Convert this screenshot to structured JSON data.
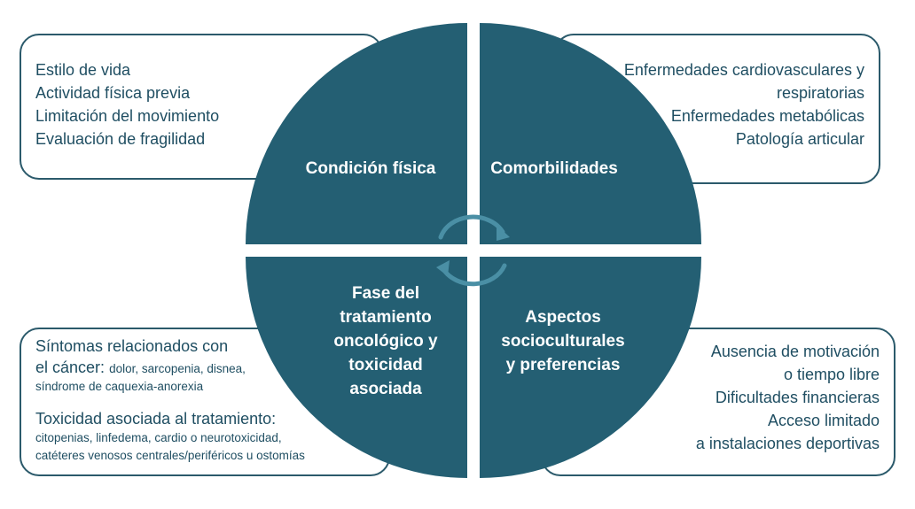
{
  "colors": {
    "quadrant": "#245f73",
    "border": "#2b5a6b",
    "text": "#1f4e62",
    "arrow": "#4a8fa5"
  },
  "quadrants": {
    "top_left": "Condición física",
    "top_right": "Comorbilidades",
    "bottom_left": [
      "Fase del",
      "tratamiento",
      "oncológico y",
      "toxicidad",
      "asociada"
    ],
    "bottom_right": [
      "Aspectos",
      "socioculturales",
      "y preferencias"
    ]
  },
  "boxes": {
    "top_left": [
      "Estilo de vida",
      "Actividad física previa",
      "Limitación del movimiento",
      "Evaluación de fragilidad"
    ],
    "top_right": [
      "Enfermedades cardiovasculares y",
      "respiratorias",
      "Enfermedades metabólicas",
      "Patología articular"
    ],
    "bottom_left": {
      "sintomas_line1": "Síntomas relacionados con",
      "sintomas_lead": "el cáncer:",
      "sintomas_detail": "dolor, sarcopenia, disnea,",
      "sintomas_detail2": "síndrome de caquexia-anorexia",
      "toxicidad_title": "Toxicidad asociada al tratamiento:",
      "toxicidad_detail1": "citopenias, linfedema, cardio o neurotoxicidad,",
      "toxicidad_detail2": "catéteres venosos centrales/periféricos u ostomías"
    },
    "bottom_right": [
      "Ausencia de motivación",
      "o tiempo libre",
      "Dificultades financieras",
      "Acceso limitado",
      "a instalaciones deportivas"
    ]
  },
  "icons": {
    "cycle": "refresh-arrows-icon"
  }
}
